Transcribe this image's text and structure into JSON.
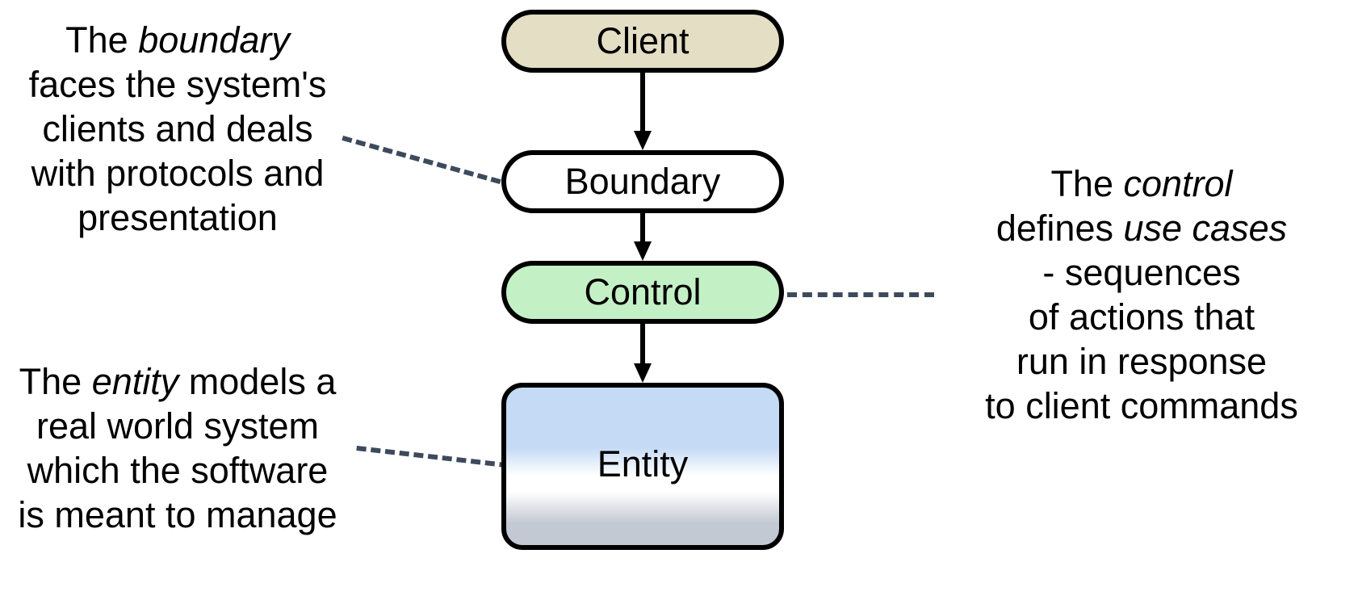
{
  "diagram": {
    "title": "Boundary Control Entity layered architecture",
    "background_color": "#ffffff"
  },
  "nodes": [
    {
      "id": "client",
      "label": "Client",
      "shape": "rounded-pill",
      "fill_color": "#e3dec4",
      "border_color": "#000000"
    },
    {
      "id": "boundary",
      "label": "Boundary",
      "shape": "rounded-pill",
      "fill_color": "#ffffff",
      "border_color": "#000000"
    },
    {
      "id": "control",
      "label": "Control",
      "shape": "rounded-pill",
      "fill_color": "#c4f0c6",
      "border_color": "#000000"
    },
    {
      "id": "entity",
      "label": "Entity",
      "shape": "rounded-rect",
      "fill_gradient_top": "#c4daf5",
      "fill_gradient_mid": "#ffffff",
      "fill_gradient_bottom": "#c3c9d3",
      "border_color": "#000000"
    }
  ],
  "edges": [
    {
      "id": "client-to-boundary",
      "from": "client",
      "to": "boundary",
      "style": "solid-arrow",
      "color": "#000000"
    },
    {
      "id": "boundary-to-control",
      "from": "boundary",
      "to": "control",
      "style": "solid-arrow",
      "color": "#000000"
    },
    {
      "id": "control-to-entity",
      "from": "control",
      "to": "entity",
      "style": "solid-arrow",
      "color": "#000000"
    }
  ],
  "leaders": [
    {
      "id": "leader-boundary",
      "target": "boundary",
      "style": "dashed",
      "color": "#3d4a5c"
    },
    {
      "id": "leader-control",
      "target": "control",
      "style": "dashed",
      "color": "#3d4a5c"
    },
    {
      "id": "leader-entity",
      "target": "entity",
      "style": "dashed",
      "color": "#3d4a5c"
    }
  ],
  "annotations": {
    "boundary": {
      "target": "boundary",
      "position": "left-top",
      "lead": "The ",
      "emphasis": "boundary",
      "rest": "\nfaces the system's\nclients and deals\nwith protocols and\npresentation",
      "full_text": "The boundary faces the system's clients and deals with protocols and presentation"
    },
    "control": {
      "target": "control",
      "position": "right-middle",
      "lead": "The ",
      "emphasis": "control",
      "mid": "\ndefines ",
      "emphasis2": "use cases",
      "rest": "\n- sequences\nof actions that\nrun in response\nto client commands",
      "full_text": "The control defines use cases - sequences of actions that run in response to client commands"
    },
    "entity": {
      "target": "entity",
      "position": "left-bottom",
      "lead": "The ",
      "emphasis": "entity",
      "rest": " models a\nreal world system\nwhich the software\nis meant to manage",
      "full_text": "The entity models a real world system which the software is meant to manage"
    }
  }
}
